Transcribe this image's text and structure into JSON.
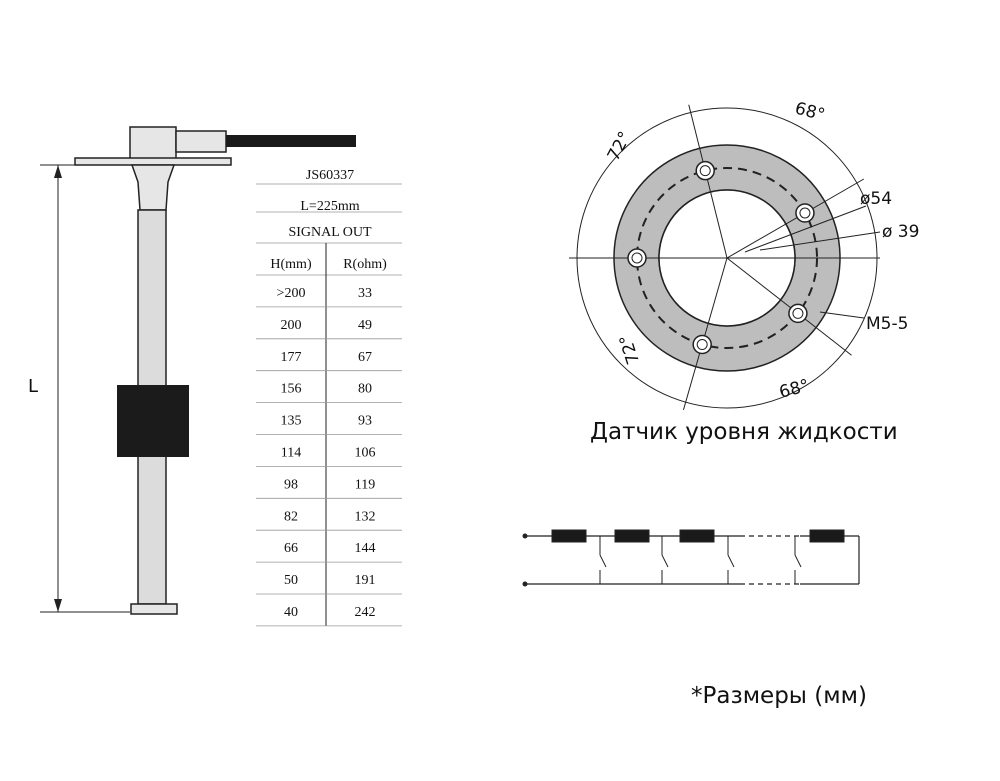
{
  "sensor": {
    "model": "JS60337",
    "length": "L=225mm",
    "signal_header": "SIGNAL OUT",
    "columns": [
      "H(mm)",
      "R(ohm)"
    ],
    "rows": [
      [
        ">200",
        "33"
      ],
      [
        "200",
        "49"
      ],
      [
        "177",
        "67"
      ],
      [
        "156",
        "80"
      ],
      [
        "135",
        "93"
      ],
      [
        "114",
        "106"
      ],
      [
        "98",
        "119"
      ],
      [
        "82",
        "132"
      ],
      [
        "66",
        "144"
      ],
      [
        "50",
        "191"
      ],
      [
        "40",
        "242"
      ]
    ],
    "dimension_label": "L"
  },
  "flange": {
    "angle_top_left": "72°",
    "angle_top_right": "68°",
    "angle_bottom_left": "72°",
    "angle_bottom_right": "68°",
    "outer_diameter": "ø54",
    "inner_diameter": "ø 39",
    "screw": "M5-5"
  },
  "caption": "Датчик уровня жидкости",
  "note": "*Размеры (мм)"
}
